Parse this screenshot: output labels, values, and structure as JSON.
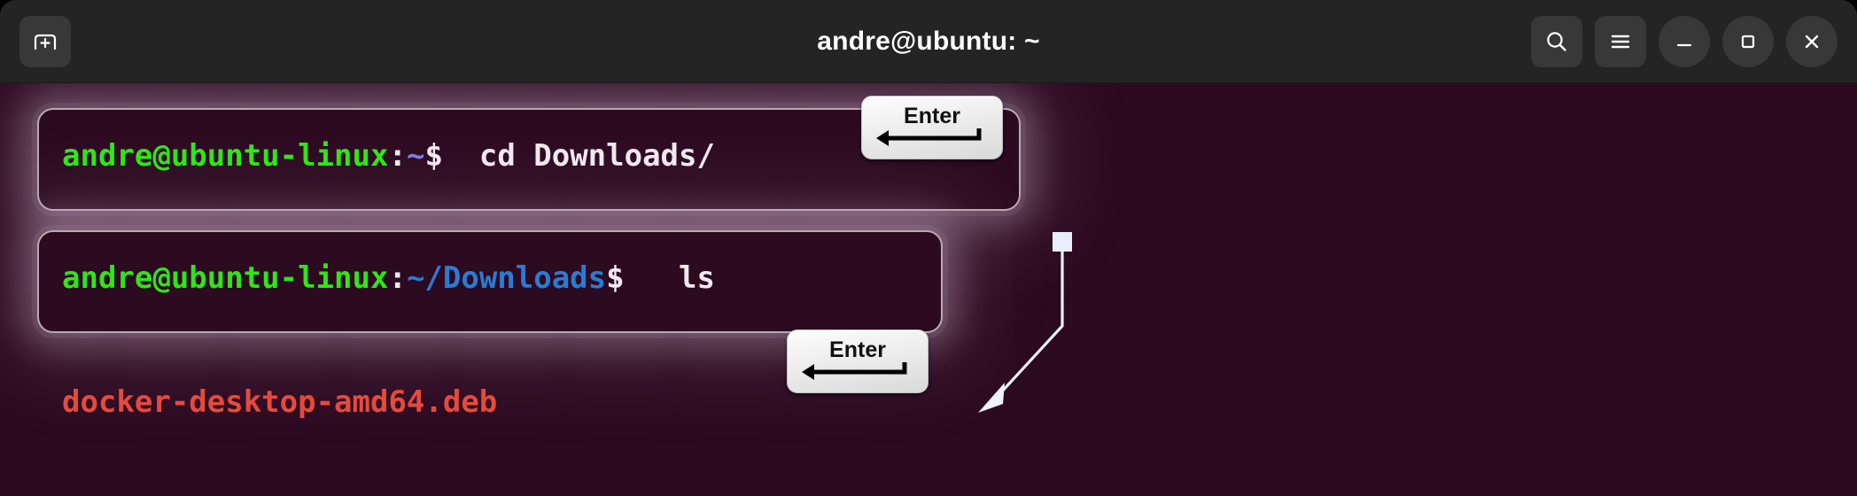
{
  "window": {
    "title": "andre@ubuntu: ~",
    "titlebar_bg": "#242424",
    "terminal_bg": "#2c0a20"
  },
  "titlebar": {
    "new_tab_label": "New Tab",
    "new_tab_icon": "tab-plus-icon",
    "search_label": "Search",
    "search_icon": "search-icon",
    "menu_label": "Main Menu",
    "menu_icon": "hamburger-menu-icon",
    "minimize_label": "Minimize",
    "minimize_icon": "minimize-icon",
    "maximize_label": "Maximize",
    "maximize_icon": "maximize-icon",
    "close_label": "Close",
    "close_icon": "close-icon"
  },
  "terminal": {
    "lines": [
      {
        "id": "line-1",
        "user_host": "andre@ubuntu-linux",
        "colon": ":",
        "path": "~",
        "sigil": "$",
        "command": "  cd Downloads/",
        "path_color": "#7a7fe0"
      },
      {
        "id": "line-2",
        "user_host": "andre@ubuntu-linux",
        "colon": ":",
        "path": "~/Downloads",
        "sigil": "$",
        "command": "   ls",
        "path_color": "#2a7bd4"
      }
    ],
    "output": "docker-desktop-amd64.deb",
    "output_color": "#e64a3c",
    "prompt_color": "#2fe617",
    "text_color": "#f2e8ee"
  },
  "annotations": {
    "enter_key_label": "Enter",
    "enter_key_icon": "return-arrow-icon",
    "cursor_marker_name": "cursor-marker",
    "pointer_arrow_name": "pointer-arrow"
  }
}
